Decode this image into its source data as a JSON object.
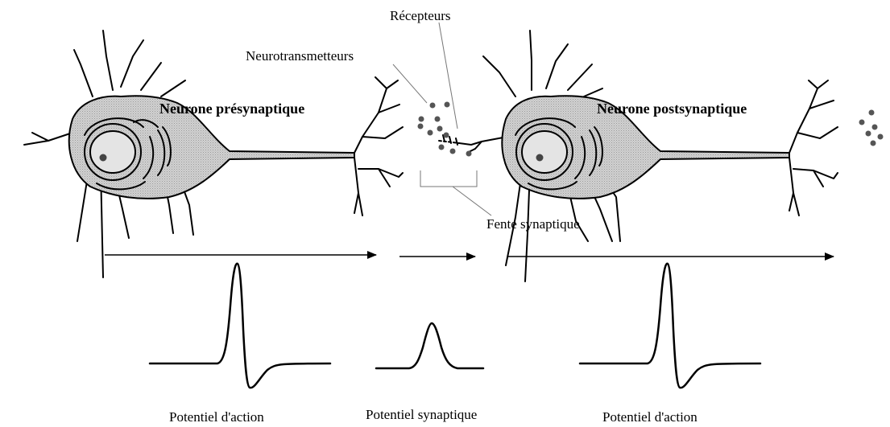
{
  "labels": {
    "presynaptic": "Neurone présynaptique",
    "postsynaptic": "Neurone postsynaptique",
    "neurotransmitters": "Neurotransmetteurs",
    "receptors": "Récepteurs",
    "synaptic_cleft": "Fente synaptique",
    "action_potential_left": "Potentiel d'action",
    "synaptic_potential": "Potentiel synaptique",
    "action_potential_right": "Potentiel d'action"
  },
  "colors": {
    "cell_fill": "#c4c4c4",
    "ink": "#000000",
    "vesicle": "#555555"
  }
}
